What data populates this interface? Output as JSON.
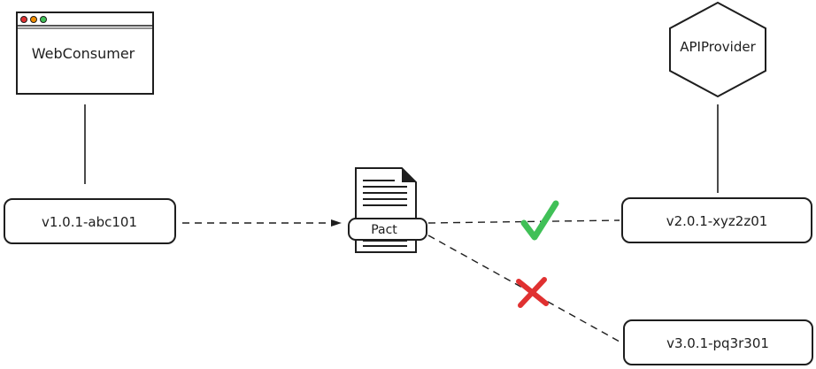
{
  "consumer": {
    "name": "WebConsumer",
    "version": "v1.0.1-abc101"
  },
  "provider": {
    "name": "APIProvider",
    "versions": [
      {
        "label": "v2.0.1-xyz2z01",
        "status": "compatible"
      },
      {
        "label": "v3.0.1-pq3r301",
        "status": "incompatible"
      }
    ]
  },
  "pact": {
    "label": "Pact"
  },
  "colors": {
    "stroke": "#1e1e1e",
    "check": "#40c057",
    "cross": "#e03131",
    "window_dot_red": "#e03131",
    "window_dot_orange": "#f08c00",
    "window_dot_green": "#40c057"
  },
  "icons": {
    "consumer": "browser-window-icon",
    "provider": "hexagon-icon",
    "pact": "document-icon",
    "compatible": "checkmark-icon",
    "incompatible": "cross-icon"
  }
}
